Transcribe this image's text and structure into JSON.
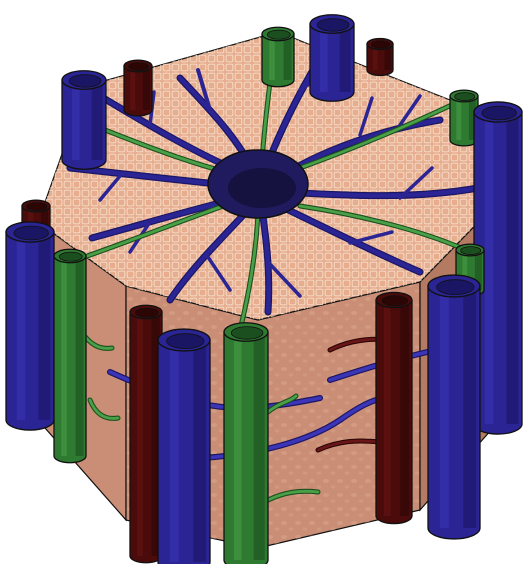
{
  "figure": {
    "subject": "liver-lobule-3d",
    "colors": {
      "background": "#ffffff",
      "parenchyma_top": "#e6ae8f",
      "parenchyma_light": "#f1c7ad",
      "parenchyma_side": "#c98e75",
      "parenchyma_side_dark": "#b57a62",
      "cell_grid": "#f5dcc9",
      "central_vein": "#1f1b5e",
      "central_vein_core": "#15123f",
      "vein_blue": "#2b2494",
      "vein_blue_dark": "#1b1664",
      "vein_blue_light": "#3d35b8",
      "bile_green": "#2f7a31",
      "bile_green_dark": "#1c4f1f",
      "bile_green_light": "#49a047",
      "artery_maroon": "#4b0b0b",
      "artery_maroon_dark": "#2c0505",
      "artery_maroon_light": "#6a1616",
      "outline": "#111111"
    },
    "elements": [
      {
        "kind": "hexagonal-lobule-body"
      },
      {
        "kind": "central-vein"
      },
      {
        "kind": "radial-sinusoids",
        "count": 12
      },
      {
        "kind": "portal-vein-columns",
        "color_key": "vein_blue"
      },
      {
        "kind": "bile-duct-columns",
        "color_key": "bile_green"
      },
      {
        "kind": "hepatic-artery-columns",
        "color_key": "artery_maroon"
      }
    ]
  }
}
